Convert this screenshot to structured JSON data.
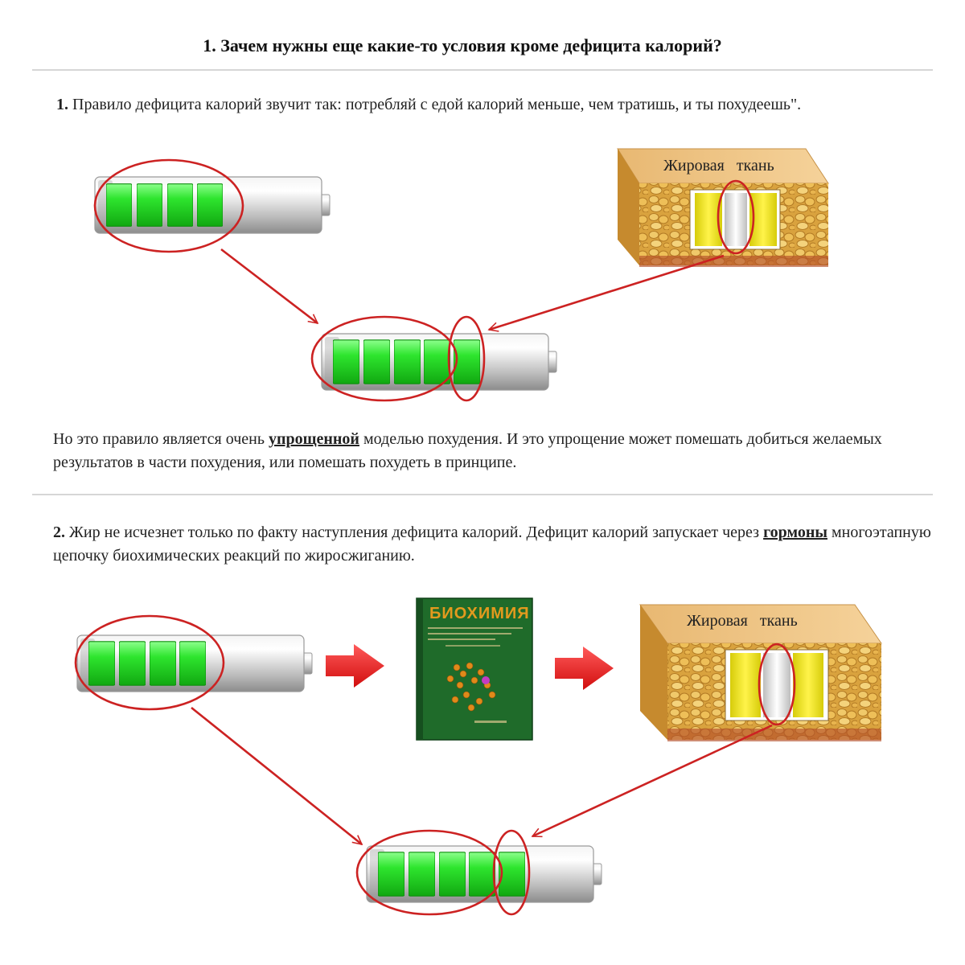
{
  "heading": "1. Зачем нужны еще какие-то условия кроме дефицита калорий?",
  "section1": {
    "number": "1.",
    "text": "Правило дефицита калорий звучит так: потребляй с едой калорий меньше, чем тратишь, и ты похудеешь\".",
    "fat_label": "Жировая ткань"
  },
  "middle": {
    "before": "Но это правило является очень ",
    "emph": "упрощенной",
    "after": " моделью похудения. И это упрощение может помешать добиться желаемых результатов в части похудения, или помешать похудеть в принципе."
  },
  "section2": {
    "number": "2.",
    "before": "Жир не исчезнет только по факту наступления дефицита калорий. Дефицит калорий запускает через ",
    "emph": "гормоны",
    "after": " многоэтапную цепочку биохимических реакций по жиросжиганию.",
    "book_title": "БИОХИМИЯ",
    "fat_label": "Жировая ткань"
  },
  "colors": {
    "battery_green": "#22dd22",
    "annotation_red": "#cc2222",
    "arrow_red": "#ee1c1c",
    "fat_yellow": "#f2e81e",
    "book_green": "#1f6b2a"
  },
  "icons": [
    "battery-icon",
    "fat-tissue-icon",
    "book-icon",
    "arrow-right-icon"
  ]
}
